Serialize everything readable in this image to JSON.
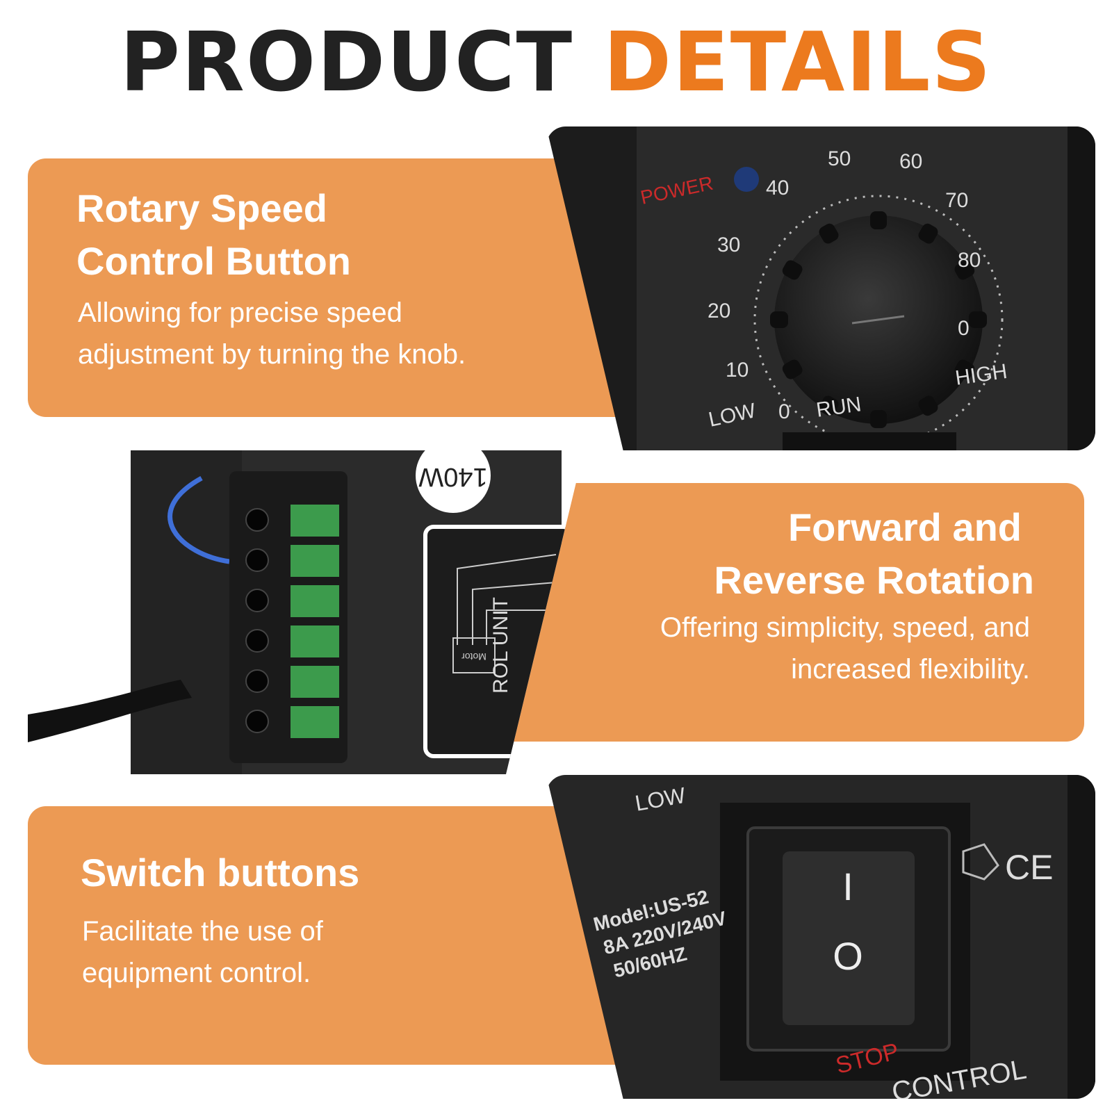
{
  "header": {
    "title_word1": "PRODUCT",
    "title_word2": "DETAILS"
  },
  "features": [
    {
      "heading_line1": "Rotary Speed",
      "heading_line2": "Control Button",
      "desc_line1": "Allowing for precise speed",
      "desc_line2": "adjustment by turning the knob."
    },
    {
      "heading_line1": "Forward and",
      "heading_line2": "Reverse Rotation",
      "desc_line1": "Offering simplicity, speed, and",
      "desc_line2": "increased flexibility."
    },
    {
      "heading_line1": "Switch buttons",
      "desc_line1": "Facilitate the use of",
      "desc_line2": "equipment control."
    }
  ],
  "dial": {
    "power_label": "POWER",
    "scale": [
      "0",
      "10",
      "20",
      "30",
      "40",
      "50",
      "60",
      "70",
      "80",
      "0"
    ],
    "low_label": "LOW",
    "high_label": "HIGH",
    "run_label": "RUN"
  },
  "unit": {
    "wattage": "140W",
    "motor_label": "Motor",
    "control_unit": "ROL UNIT"
  },
  "switch": {
    "model": "Model:US-52",
    "rating": "8A 220V/240V",
    "freq": "50/60HZ",
    "on_symbol": "I",
    "off_symbol": "O",
    "stop_label": "STOP",
    "control_label": "CONTROL",
    "low_label": "LOW",
    "ce_mark": "CE"
  },
  "colors": {
    "accent": "#ec7a1e",
    "panel": "#ec9a54",
    "dark": "#222222"
  }
}
